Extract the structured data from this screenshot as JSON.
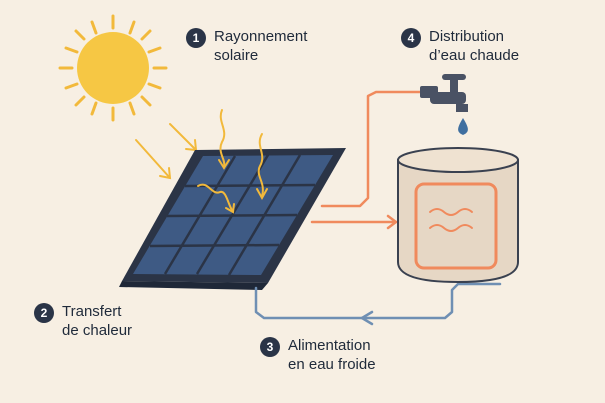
{
  "steps": [
    {
      "number": "1",
      "line1": "Rayonnement",
      "line2": "solaire"
    },
    {
      "number": "2",
      "line1": "Transfert",
      "line2": "de chaleur"
    },
    {
      "number": "3",
      "line1": "Alimentation",
      "line2": "en eau froide"
    },
    {
      "number": "4",
      "line1": "Distribution",
      "line2": "d’eau chaude"
    }
  ],
  "icons": {
    "sun": "sun-icon",
    "panel": "solar-panel-icon",
    "faucet": "faucet-icon",
    "tank": "hot-water-tank-icon",
    "drop": "water-drop-icon",
    "heat": "heat-waves-icon"
  },
  "colors": {
    "background": "#f7efe3",
    "sun": "#f6c744",
    "sun_ray": "#f2b93b",
    "panel_frame": "#2b3446",
    "panel_cell": "#3e5a84",
    "hot_pipe": "#f08a5d",
    "cold_pipe": "#6f8fb3",
    "tank_body": "#e6d7c5",
    "tank_outline": "#3a4150",
    "faucet": "#4a5264",
    "water_drop": "#3f6fa0",
    "badge": "#2a3447"
  }
}
